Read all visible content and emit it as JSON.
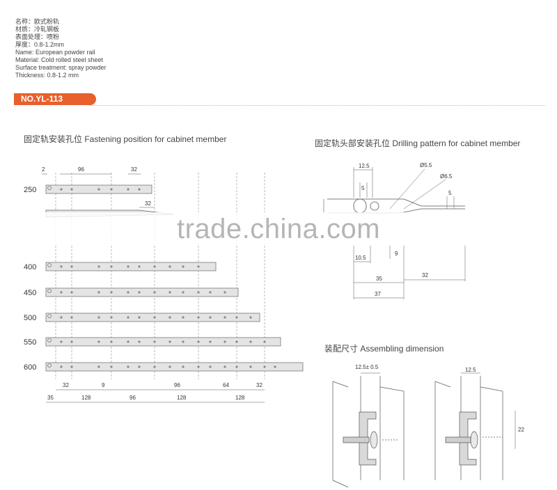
{
  "spec": {
    "cn_name": "名称：欧式粉轨",
    "cn_material": "材质：冷轧钢板",
    "cn_surface": "表面处理：喷粉",
    "cn_thickness": "厚度：0.8-1.2mm",
    "en_name": "Name: European powder rail",
    "en_material": "Material: Cold rolled steel sheet",
    "en_surface": "Surface treatment: spray powder",
    "en_thickness": "Thickness: 0.8-1.2 mm"
  },
  "model": "NO.YL-113",
  "sections": {
    "fastening": "固定轨安装孔位 Fastening position for cabinet member",
    "drilling": "固定轨头部安装孔位 Drilling pattern for cabinet member",
    "assembling": "装配尺寸 Assembling dimension"
  },
  "rails": {
    "lengths": [
      "250",
      "400",
      "450",
      "500",
      "550",
      "600"
    ],
    "top_dims": [
      "2",
      "96",
      "32"
    ],
    "second_dim": "32",
    "bottom_row1": [
      "32",
      "9",
      "96",
      "64",
      "32"
    ],
    "bottom_row2": [
      "35",
      "128",
      "96",
      "128",
      "128"
    ]
  },
  "drilling": {
    "d12_5": "12.5",
    "phi5_5": "Ø5.5",
    "phi6_5": "Ø6.5",
    "d5a": "5",
    "d5b": "5",
    "d10_5": "10.5",
    "d9": "9",
    "d35": "35",
    "d32": "32",
    "d37": "37"
  },
  "assembling": {
    "left_dim": "12.5± 0.5",
    "right_dim": "12.5",
    "height": "22"
  },
  "watermark": "trade.china.com"
}
